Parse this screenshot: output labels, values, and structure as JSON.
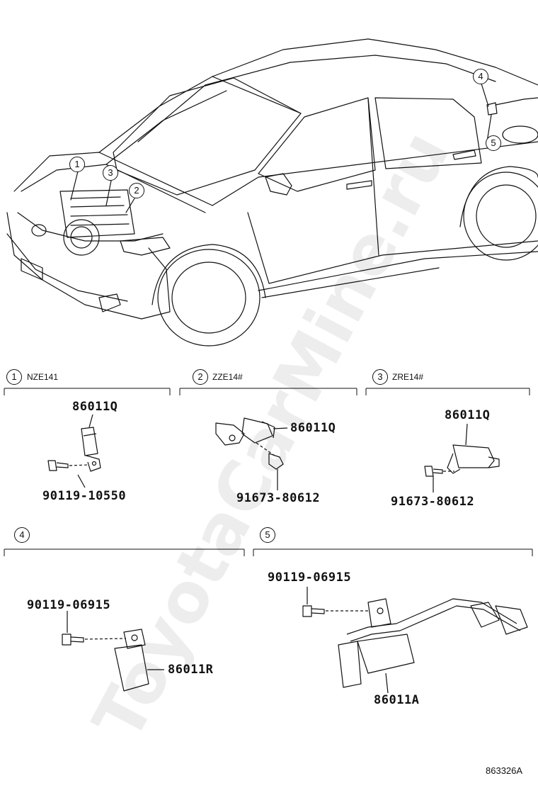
{
  "callouts_car": [
    "1",
    "2",
    "3",
    "4",
    "5"
  ],
  "sections": [
    {
      "num": "1",
      "model": "NZE141",
      "part": "86011Q",
      "bolt": "90119-10550"
    },
    {
      "num": "2",
      "model": "ZZE14#",
      "part": "86011Q",
      "bolt": "91673-80612"
    },
    {
      "num": "3",
      "model": "ZRE14#",
      "part": "86011Q",
      "bolt": "91673-80612"
    },
    {
      "num": "4",
      "model": "",
      "part": "86011R",
      "bolt": "90119-06915"
    },
    {
      "num": "5",
      "model": "",
      "part": "86011A",
      "bolt": "90119-06915"
    }
  ],
  "watermark": "ToyotaCarMine.ru",
  "diagram_id": "863326A"
}
